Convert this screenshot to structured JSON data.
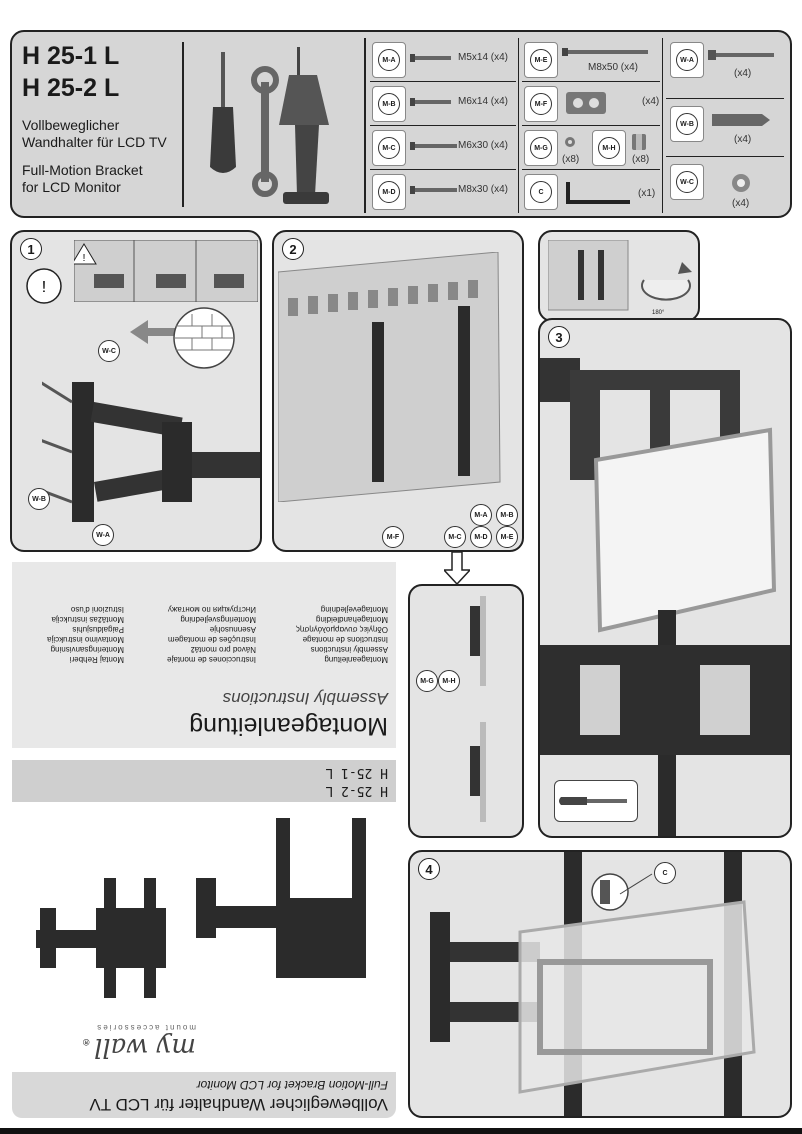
{
  "header": {
    "model1": "H 25-1 L",
    "model2": "H 25-2 L",
    "de_line1": "Vollbeweglicher",
    "de_line2": "Wandhalter für LCD TV",
    "en_line1": "Full-Motion Bracket",
    "en_line2": "for LCD Monitor"
  },
  "parts": {
    "ma": {
      "code": "M-A",
      "spec": "M5x14 (x4)"
    },
    "mb": {
      "code": "M-B",
      "spec": "M6x14 (x4)"
    },
    "mc": {
      "code": "M-C",
      "spec": "M6x30 (x4)"
    },
    "md": {
      "code": "M-D",
      "spec": "M8x30 (x4)"
    },
    "me": {
      "code": "M-E",
      "spec": "M8x50 (x4)"
    },
    "mf": {
      "code": "M-F",
      "spec": "(x4)"
    },
    "mg": {
      "code": "M-G",
      "spec": "(x8)"
    },
    "mh": {
      "code": "M-H",
      "spec": "(x8)"
    },
    "c": {
      "code": "C",
      "spec": "(x1)"
    },
    "wa": {
      "code": "W-A",
      "spec": "(x4)"
    },
    "wb": {
      "code": "W-B",
      "spec": "(x4)"
    },
    "wc": {
      "code": "W-C",
      "spec": "(x4)"
    }
  },
  "steps": {
    "s1": "1",
    "s2": "2",
    "s3": "3",
    "s4": "4",
    "s1_labels": {
      "wc": "W-C",
      "wb": "W-B",
      "wa": "W-A"
    },
    "s2_labels": {
      "mf": "M-F",
      "ma": "M-A",
      "mb": "M-B",
      "mc": "M-C",
      "md": "M-D",
      "me": "M-E"
    },
    "mid_labels": {
      "mg": "M-G",
      "mh": "M-H"
    },
    "rotate": "180°",
    "s4_label": "C"
  },
  "cover": {
    "title": "Montageanleitung",
    "subtitle": "Assembly Instructions",
    "languages_col1": [
      "Montageanleitung",
      "Assembly instructions",
      "Instructions de montage",
      "Οδηγίες συναρμολόγησης",
      "Montagehandleiding",
      "Montagevejledning"
    ],
    "languages_col2": [
      "Instrucciones de montaje",
      "Návod pro montáž",
      "Instruções de montagem",
      "Asennusohje",
      "Monteringsvejledning",
      "Инструкция по монтажу"
    ],
    "languages_col3": [
      "Montaj Rehberi",
      "Monteringsanvisning",
      "Montavimo instrukcija",
      "Paigaldusjuhis",
      "Montāžas instrukcija",
      "Istruzioni d'uso"
    ],
    "model1": "H 25-1 L",
    "model2": "H 25-2 L",
    "brand": "my wall",
    "brand_sub": "mount accessories",
    "reg": "®",
    "footer_title": "Vollbeweglicher Wandhalter für LCD TV",
    "footer_sub": "Full-Motion Bracket for LCD Monitor"
  }
}
